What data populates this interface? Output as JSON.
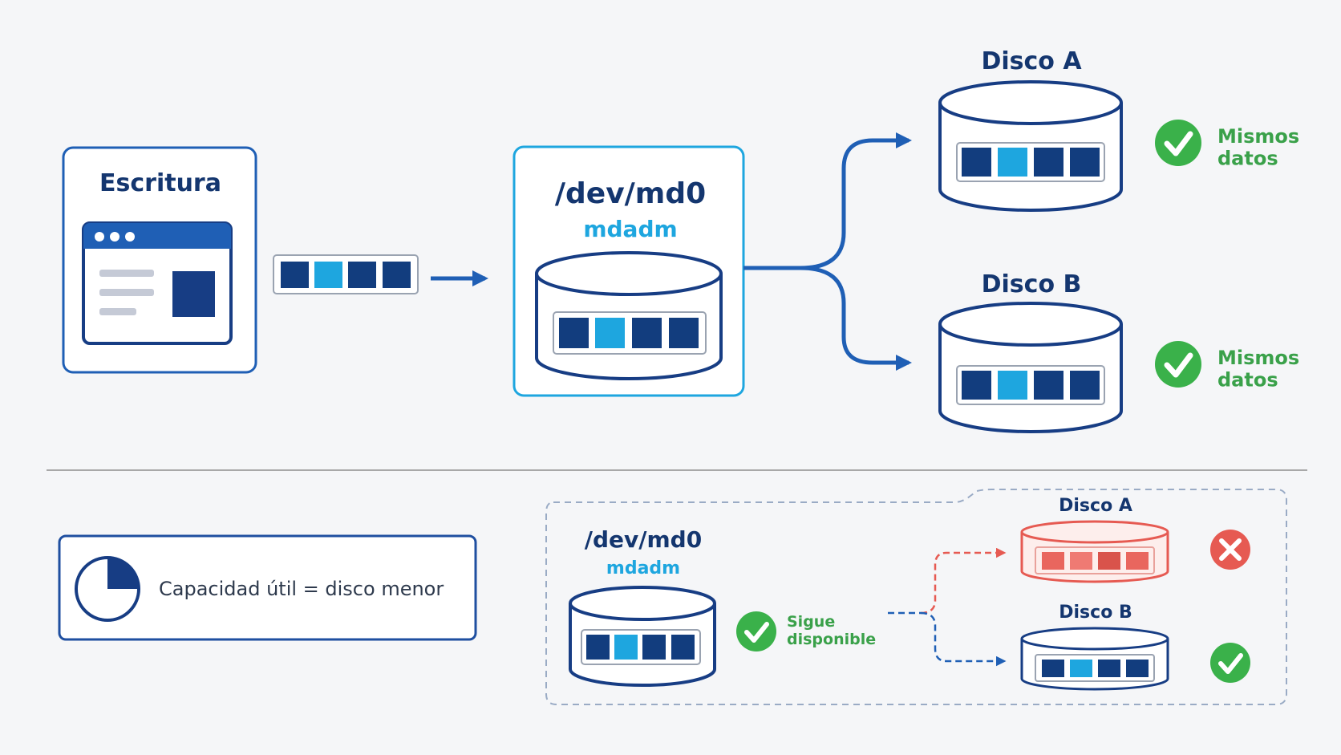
{
  "colors": {
    "navy": "#173d84",
    "dark_block": "#123d7e",
    "light_block": "#1ea6df",
    "green": "#3ab14a",
    "red": "#e65a52",
    "gray_line": "#a8a8a8"
  },
  "top": {
    "writer": {
      "title": "Escritura",
      "icon": "browser-window-icon"
    },
    "array": {
      "device": "/dev/md0",
      "tool": "mdadm"
    },
    "disk_a": {
      "label": "Disco A",
      "status_text": "Mismos datos",
      "status_icon": "check-icon"
    },
    "disk_b": {
      "label": "Disco B",
      "status_text": "Mismos datos",
      "status_icon": "check-icon"
    }
  },
  "legend": {
    "text": "Capacidad útil = disco menor",
    "icon": "pie-chart-icon"
  },
  "failure": {
    "array": {
      "device": "/dev/md0",
      "tool": "mdadm"
    },
    "status_text": "Sigue disponible",
    "status_icon": "check-icon",
    "disk_a": {
      "label": "Disco A",
      "status_icon": "cross-icon"
    },
    "disk_b": {
      "label": "Disco B",
      "status_icon": "check-icon"
    }
  }
}
